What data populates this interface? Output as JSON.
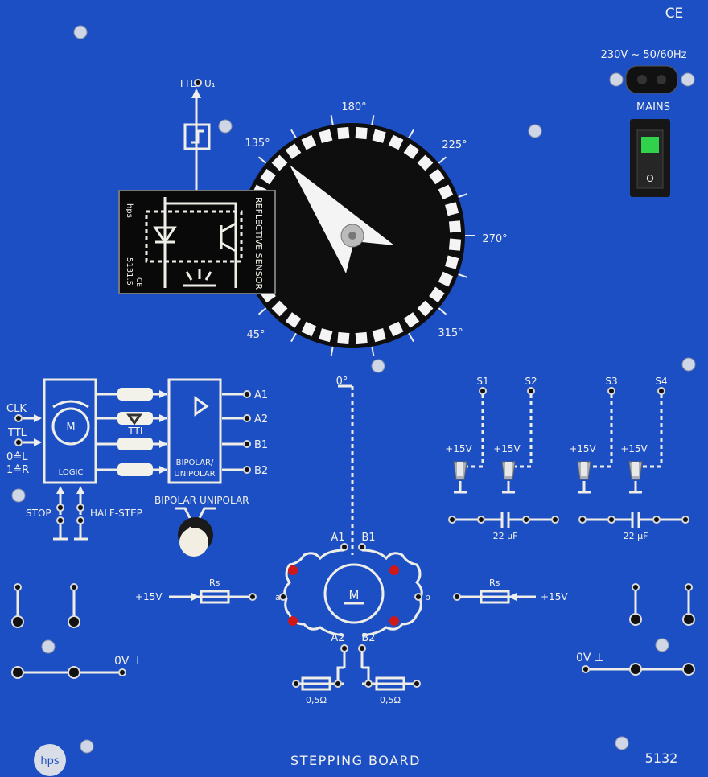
{
  "panel": {
    "title": "STEPPING BOARD",
    "model": "5132",
    "logo": "hps",
    "ce_mark": "CE",
    "background_color": "#1d4fc4"
  },
  "mains": {
    "rating": "230V ~ 50/60Hz",
    "label": "MAINS",
    "switch_symbol": "O",
    "lamp_color": "#2fd24a"
  },
  "sensor": {
    "ttl_label": "TTL",
    "output_label": "U₁",
    "name": "REFLECTIVE SENSOR",
    "brand": "hps",
    "model": "5131.5",
    "ce_mark": "CE"
  },
  "dial": {
    "angle_labels": [
      "180°",
      "225°",
      "270°",
      "315°",
      "0°",
      "45°",
      "135°"
    ]
  },
  "logic": {
    "inputs": [
      "CLK",
      "TTL",
      "0≙L",
      "1≙R"
    ],
    "block_label": "LOGIC",
    "motor_symbol": "M",
    "stop_label": "STOP",
    "half_step_label": "HALF-STEP",
    "ttl_label": "TTL",
    "driver_label": [
      "BIPOLAR/",
      "UNIPOLAR"
    ],
    "outputs": [
      "A1",
      "A2",
      "B1",
      "B2"
    ],
    "selector": {
      "left": "BIPOLAR",
      "right": "UNIPOLAR"
    }
  },
  "motor": {
    "terminals": [
      "A1",
      "B1",
      "A2",
      "B2"
    ],
    "a": "a",
    "b": "b",
    "symbol": "M",
    "led_color": "#d01818"
  },
  "resistors": {
    "left_supply": "+15V",
    "left_label": "Rs",
    "right_label": "Rs",
    "right_supply": "+15V",
    "shunts": [
      "0,5Ω",
      "0,5Ω"
    ]
  },
  "switches": {
    "labels": [
      "S1",
      "S2",
      "S3",
      "S4"
    ],
    "supply": [
      "+15V",
      "+15V",
      "+15V",
      "+15V"
    ],
    "capacitors": [
      "22 µF",
      "22 µF"
    ]
  },
  "ground": {
    "left": "0V ⊥",
    "right": "0V ⊥"
  }
}
